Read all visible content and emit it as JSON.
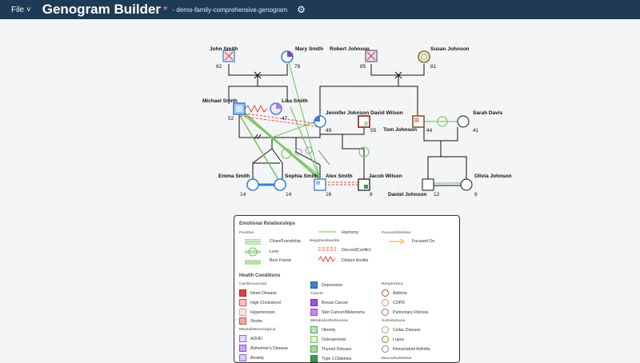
{
  "topbar": {
    "file_label": "File ˅",
    "title": "Genogram Builder",
    "modified_marker": "*",
    "filename": "- demo-family-comprehensive.genogram",
    "settings_icon": "gear-icon"
  },
  "people": {
    "john_smith": {
      "name": "John Smith",
      "age": "82"
    },
    "mary_smith": {
      "name": "Mary Smith",
      "age": "78"
    },
    "robert_johnson": {
      "name": "Robert Johnson",
      "age": "85"
    },
    "susan_johnson": {
      "name": "Susan Johnson",
      "age": "81"
    },
    "michael_smith": {
      "name": "Michael Smith",
      "age": "52"
    },
    "lisa_smith": {
      "name": "Lisa Smith",
      "age": "47"
    },
    "jennifer_johnson": {
      "name": "Jennifer Johnson",
      "age": "49"
    },
    "david_wilson": {
      "name": "David Wilson",
      "age": "55"
    },
    "tom_johnson": {
      "name": "Tom Johnson",
      "age": "44"
    },
    "sarah_davis": {
      "name": "Sarah Davis",
      "age": "41"
    },
    "emma_smith": {
      "name": "Emma Smith",
      "age": "14"
    },
    "sophia_smith": {
      "name": "Sophia Smith",
      "age": "14"
    },
    "alex_smith": {
      "name": "Alex Smith",
      "age": "16"
    },
    "jacob_wilson": {
      "name": "Jacob Wilson",
      "age": "8"
    },
    "daniel_johnson": {
      "name": "Daniel Johnson",
      "age": "12"
    },
    "olivia_johnson": {
      "name": "Olivia Johnson",
      "age": "9"
    }
  },
  "legend": {
    "emotional_title": "Emotional Relationships",
    "positive_cat": "Positive",
    "close_friendship": "Close/Friendship",
    "love": "Love",
    "best_friend": "Best Friend",
    "harmony": "Harmony",
    "negative_cat": "Negative/Hostile",
    "discord_conflict": "Discord/Conflict",
    "distant_hostile": "Distant Hostile",
    "focus_cat": "Focus/Attention",
    "focused_on": "Focused On",
    "health_title": "Health Conditions",
    "cardiovascular_cat": "Cardiovascular",
    "heart_disease": "Heart Disease",
    "high_cholesterol": "High Cholesterol",
    "hypertension": "Hypertension",
    "stroke": "Stroke",
    "mental_cat": "Mental/Neurological",
    "adhd": "ADHD",
    "alzheimers": "Alzheimer's Disease",
    "anxiety": "Anxiety",
    "depression": "Depression",
    "cancer_cat": "Cancer",
    "breast_cancer": "Breast Cancer",
    "skin_cancer": "Skin Cancer/Melanoma",
    "metabolic_cat": "Metabolic/Endocrine",
    "obesity": "Obesity",
    "osteoporosis": "Osteoporosis",
    "thyroid_disease": "Thyroid Disease",
    "type1_diabetes": "Type 1 Diabetes",
    "respiratory_cat": "Respiratory",
    "asthma": "Asthma",
    "copd": "COPD",
    "pulmonary_fibrosis": "Pulmonary Fibrosis",
    "autoimmune_cat": "Autoimmune",
    "celiac": "Celiac Disease",
    "lupus": "Lupus",
    "rheumatoid": "Rheumatoid Arthritis",
    "musculoskeletal_cat": "Musculoskeletal"
  },
  "colors": {
    "topbar": "#1f3a55",
    "selection_blue": "#3b7fd0",
    "harmony_green": "#6fbf5a",
    "conflict_red": "#e0503a",
    "focus_orange": "#f0a020"
  }
}
